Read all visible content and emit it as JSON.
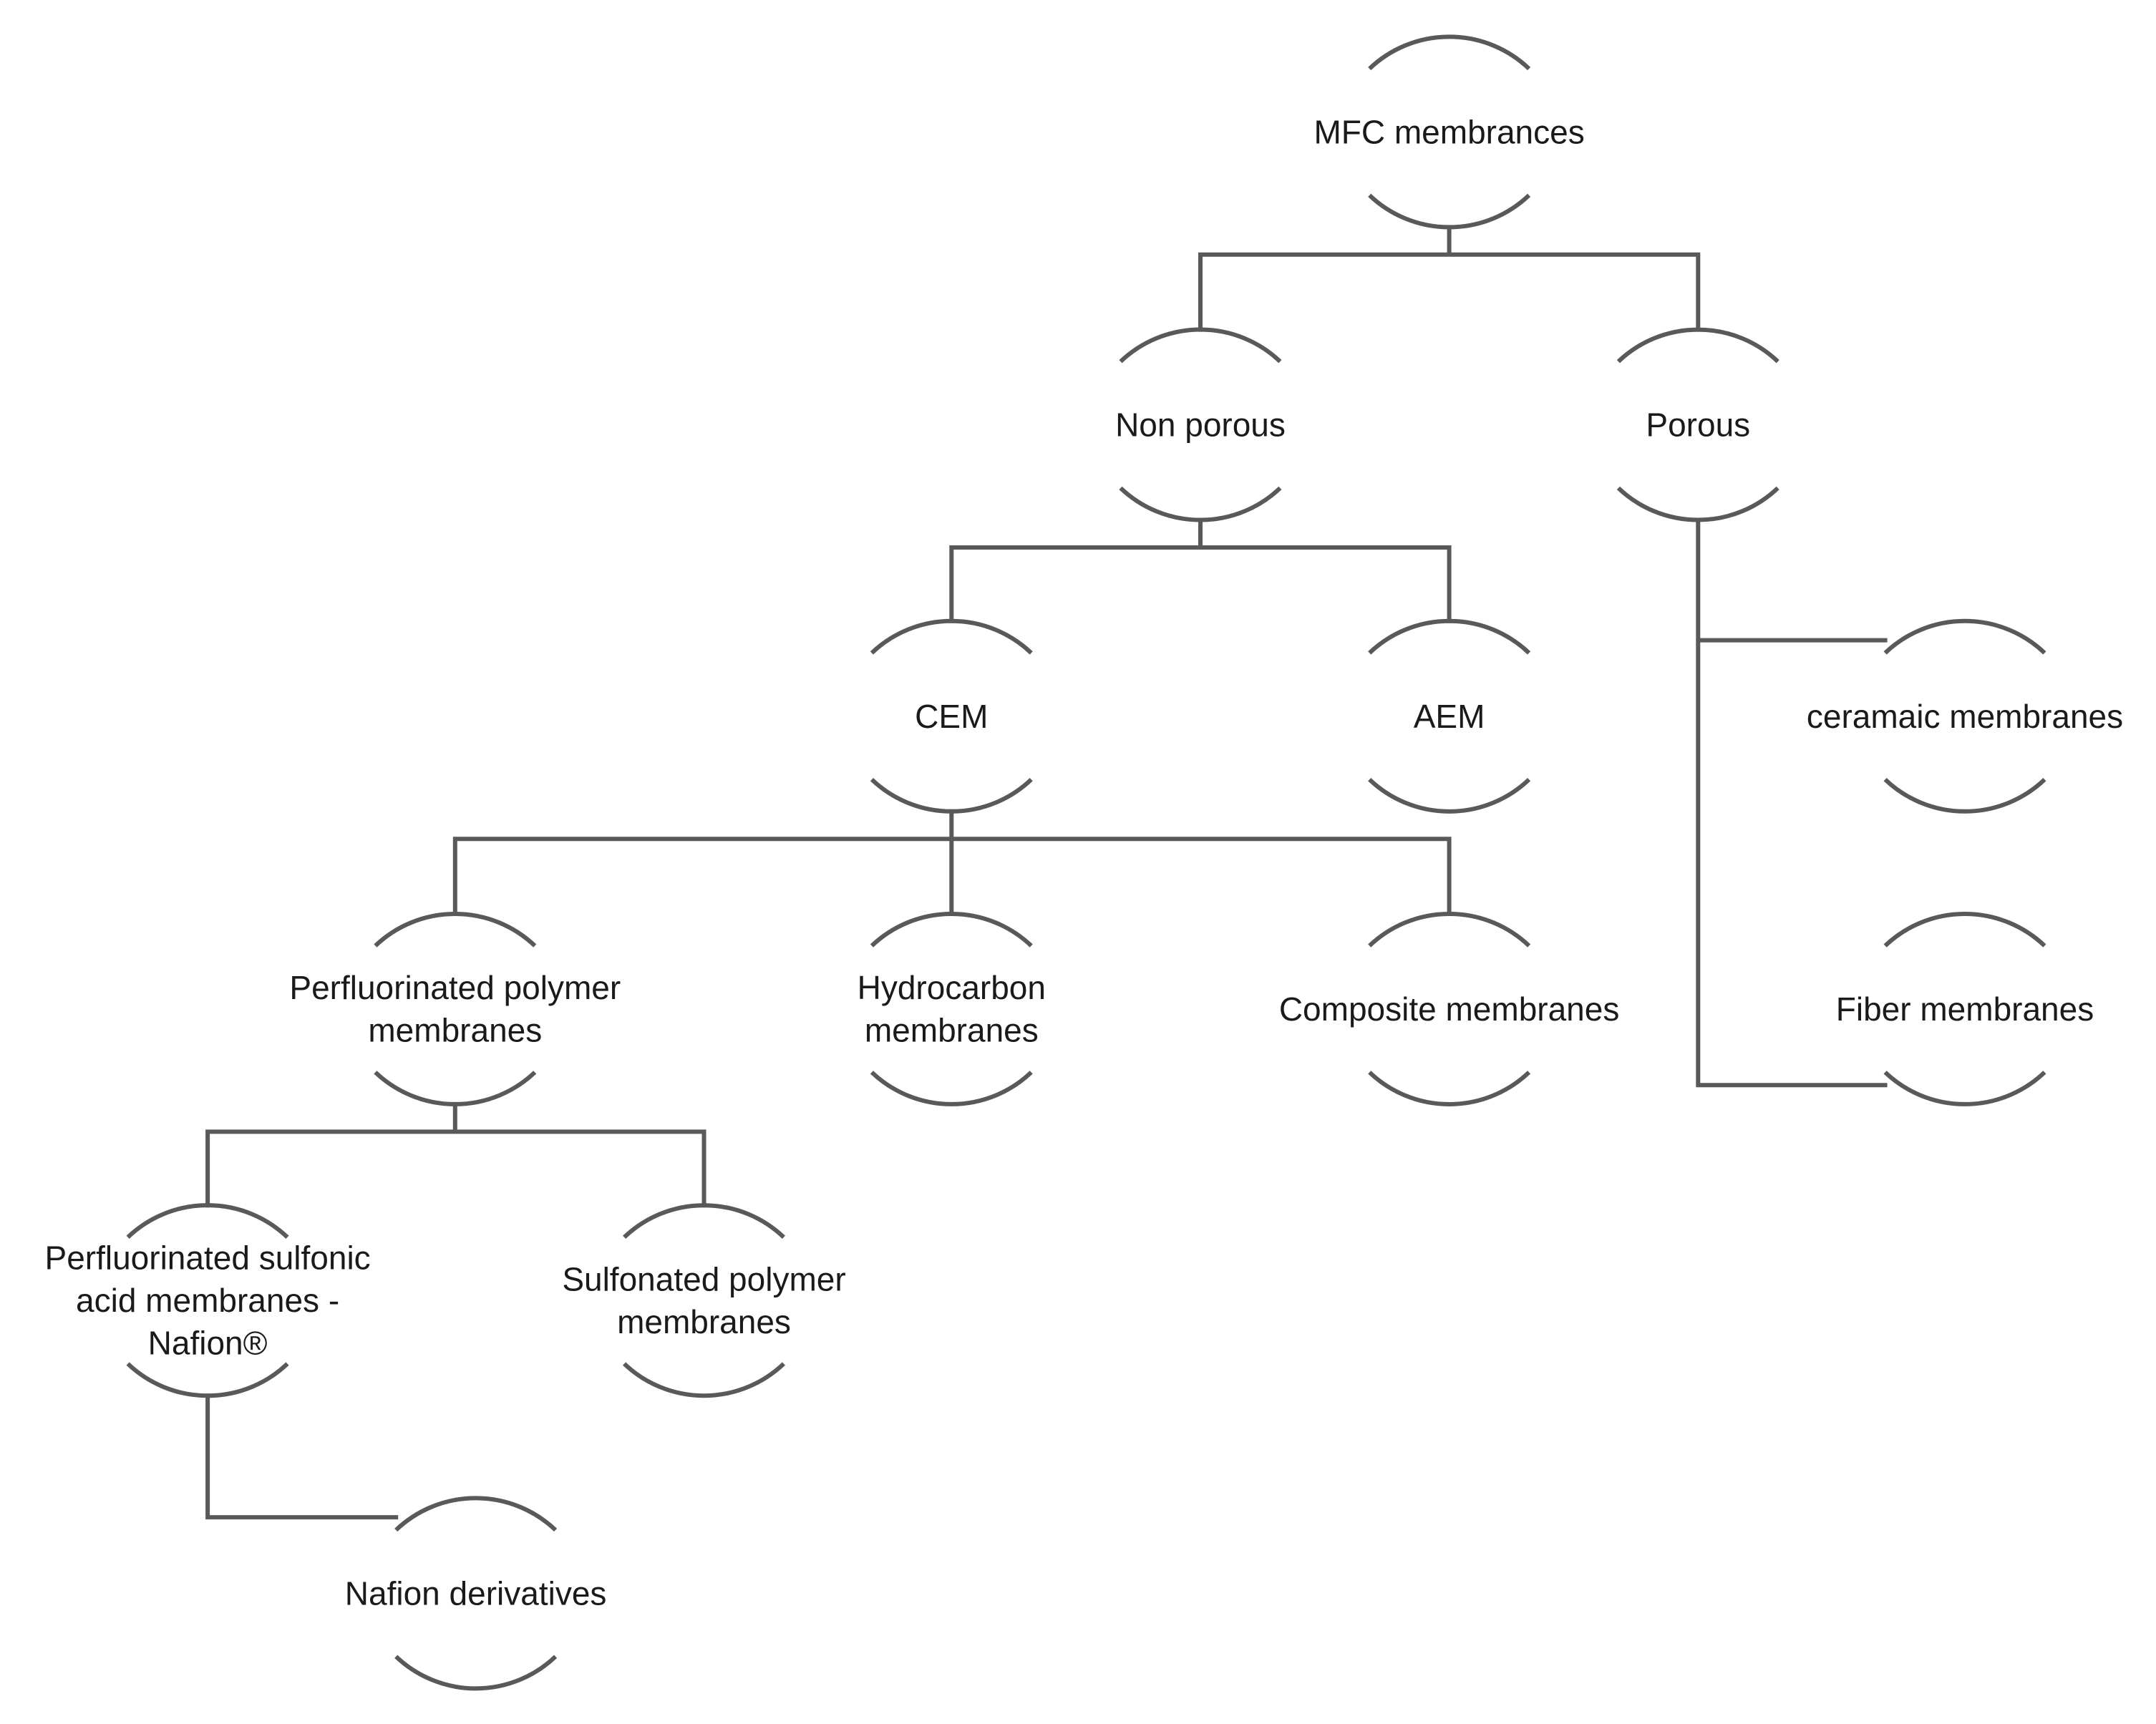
{
  "nodes": [
    {
      "id": "mfc-membranes",
      "lines": [
        "MFC membrances"
      ]
    },
    {
      "id": "non-porous",
      "lines": [
        "Non porous"
      ]
    },
    {
      "id": "porous",
      "lines": [
        "Porous"
      ]
    },
    {
      "id": "cem",
      "lines": [
        "CEM"
      ]
    },
    {
      "id": "aem",
      "lines": [
        "AEM"
      ]
    },
    {
      "id": "ceramaic-membranes",
      "lines": [
        "ceramaic membranes"
      ]
    },
    {
      "id": "fiber-membranes",
      "lines": [
        "Fiber membranes"
      ]
    },
    {
      "id": "perfluorinated-polymer-membranes",
      "lines": [
        "Perfluorinated polymer",
        "membranes"
      ]
    },
    {
      "id": "hydrocarbon-membranes",
      "lines": [
        "Hydrocarbon",
        "membranes"
      ]
    },
    {
      "id": "composite-membranes",
      "lines": [
        "Composite membranes"
      ]
    },
    {
      "id": "perfluorinated-sulfonic-acid-membranes",
      "lines": [
        "Perfluorinated sulfonic",
        "acid membranes -",
        "Nafion®"
      ]
    },
    {
      "id": "sulfonated-polymer-membranes",
      "lines": [
        "Sulfonated polymer",
        "membranes"
      ]
    },
    {
      "id": "nafion-derivatives",
      "lines": [
        "Nafion derivatives"
      ]
    }
  ],
  "edges": [
    {
      "from": "mfc-membranes",
      "to": "non-porous"
    },
    {
      "from": "mfc-membranes",
      "to": "porous"
    },
    {
      "from": "non-porous",
      "to": "cem"
    },
    {
      "from": "non-porous",
      "to": "aem"
    },
    {
      "from": "porous",
      "to": "ceramaic-membranes"
    },
    {
      "from": "porous",
      "to": "fiber-membranes"
    },
    {
      "from": "cem",
      "to": "perfluorinated-polymer-membranes"
    },
    {
      "from": "cem",
      "to": "hydrocarbon-membranes"
    },
    {
      "from": "cem",
      "to": "composite-membranes"
    },
    {
      "from": "perfluorinated-polymer-membranes",
      "to": "perfluorinated-sulfonic-acid-membranes"
    },
    {
      "from": "perfluorinated-polymer-membranes",
      "to": "sulfonated-polymer-membranes"
    },
    {
      "from": "perfluorinated-sulfonic-acid-membranes",
      "to": "nafion-derivatives"
    }
  ]
}
